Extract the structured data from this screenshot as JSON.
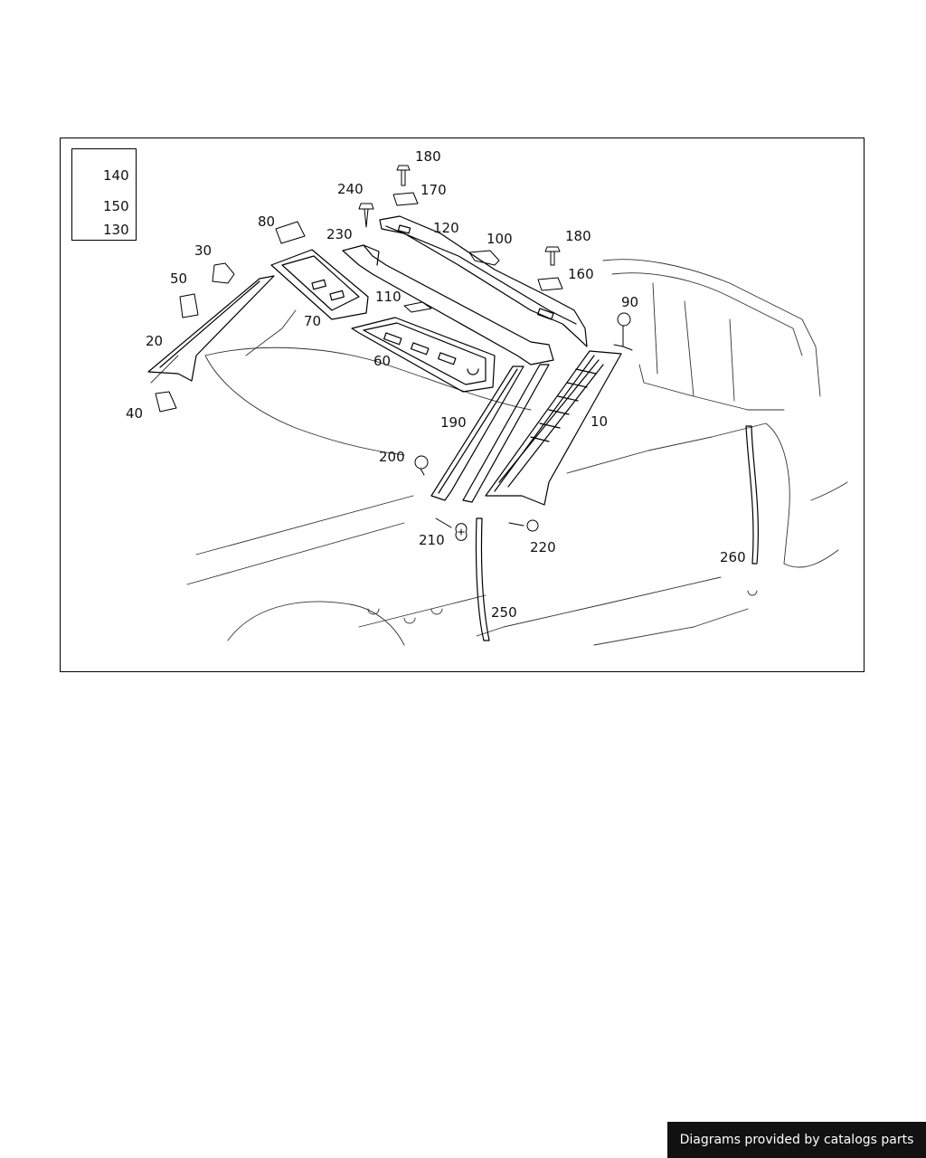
{
  "legend": {
    "items": [
      {
        "label": "140",
        "icon": "screw-icon"
      },
      {
        "label": "150",
        "icon": "washer-icon"
      },
      {
        "label": "130",
        "icon": "clip-icon"
      }
    ]
  },
  "parts": {
    "p180a": "180",
    "p170": "170",
    "p240": "240",
    "p120": "120",
    "p80": "80",
    "p230": "230",
    "p100": "100",
    "p180b": "180",
    "p30": "30",
    "p160": "160",
    "p50": "50",
    "p110": "110",
    "p90": "90",
    "p70": "70",
    "p20": "20",
    "p60": "60",
    "p40": "40",
    "p190": "190",
    "p10": "10",
    "p200": "200",
    "p210": "210",
    "p220": "220",
    "p260": "260",
    "p250": "250"
  },
  "credit": {
    "text": "Diagrams provided by catalogs parts"
  },
  "colors": {
    "line": "#000000",
    "banner_bg": "#111111",
    "banner_text": "#ffffff"
  }
}
